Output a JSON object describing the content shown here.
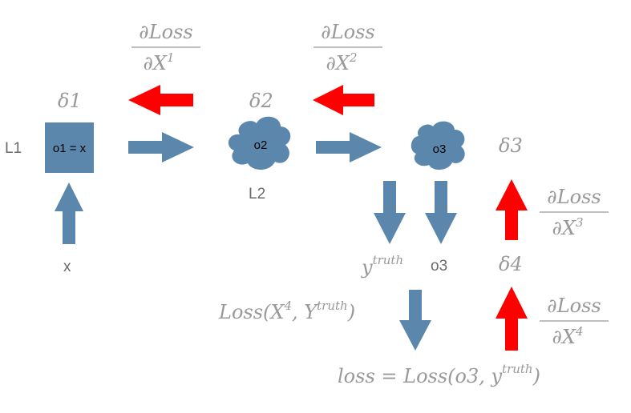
{
  "colors": {
    "forward": "#5b87ad",
    "backward": "#ff0000",
    "math_text": "#999999",
    "label_text": "#6a6a6a",
    "background": "#ffffff"
  },
  "nodes": {
    "o1": {
      "label": "o1 = x",
      "shape": "square"
    },
    "o2": {
      "label": "o2",
      "shape": "cloud"
    },
    "o3": {
      "label": "o3",
      "shape": "cloud"
    }
  },
  "layer_labels": {
    "l1": "L1",
    "l2": "L2"
  },
  "input_label": "x",
  "output_label": "o3",
  "deltas": {
    "d1": "δ1",
    "d2": "δ2",
    "d3": "δ3",
    "d4": "δ4"
  },
  "gradients": {
    "g1": {
      "num": "∂Loss",
      "den_base": "∂X",
      "den_sup": "1"
    },
    "g2": {
      "num": "∂Loss",
      "den_base": "∂X",
      "den_sup": "2"
    },
    "g3": {
      "num": "∂Loss",
      "den_base": "∂X",
      "den_sup": "3"
    },
    "g4": {
      "num": "∂Loss",
      "den_base": "∂X",
      "den_sup": "4"
    }
  },
  "y_truth": {
    "base": "y",
    "sup": "truth"
  },
  "loss_fn": {
    "pre": "Loss(X",
    "sup1": "4",
    "mid": ", Y",
    "sup2": "truth",
    "post": ")"
  },
  "loss_eq": {
    "pre": "loss = Loss(o3, y",
    "sup": "truth",
    "post": ")"
  }
}
